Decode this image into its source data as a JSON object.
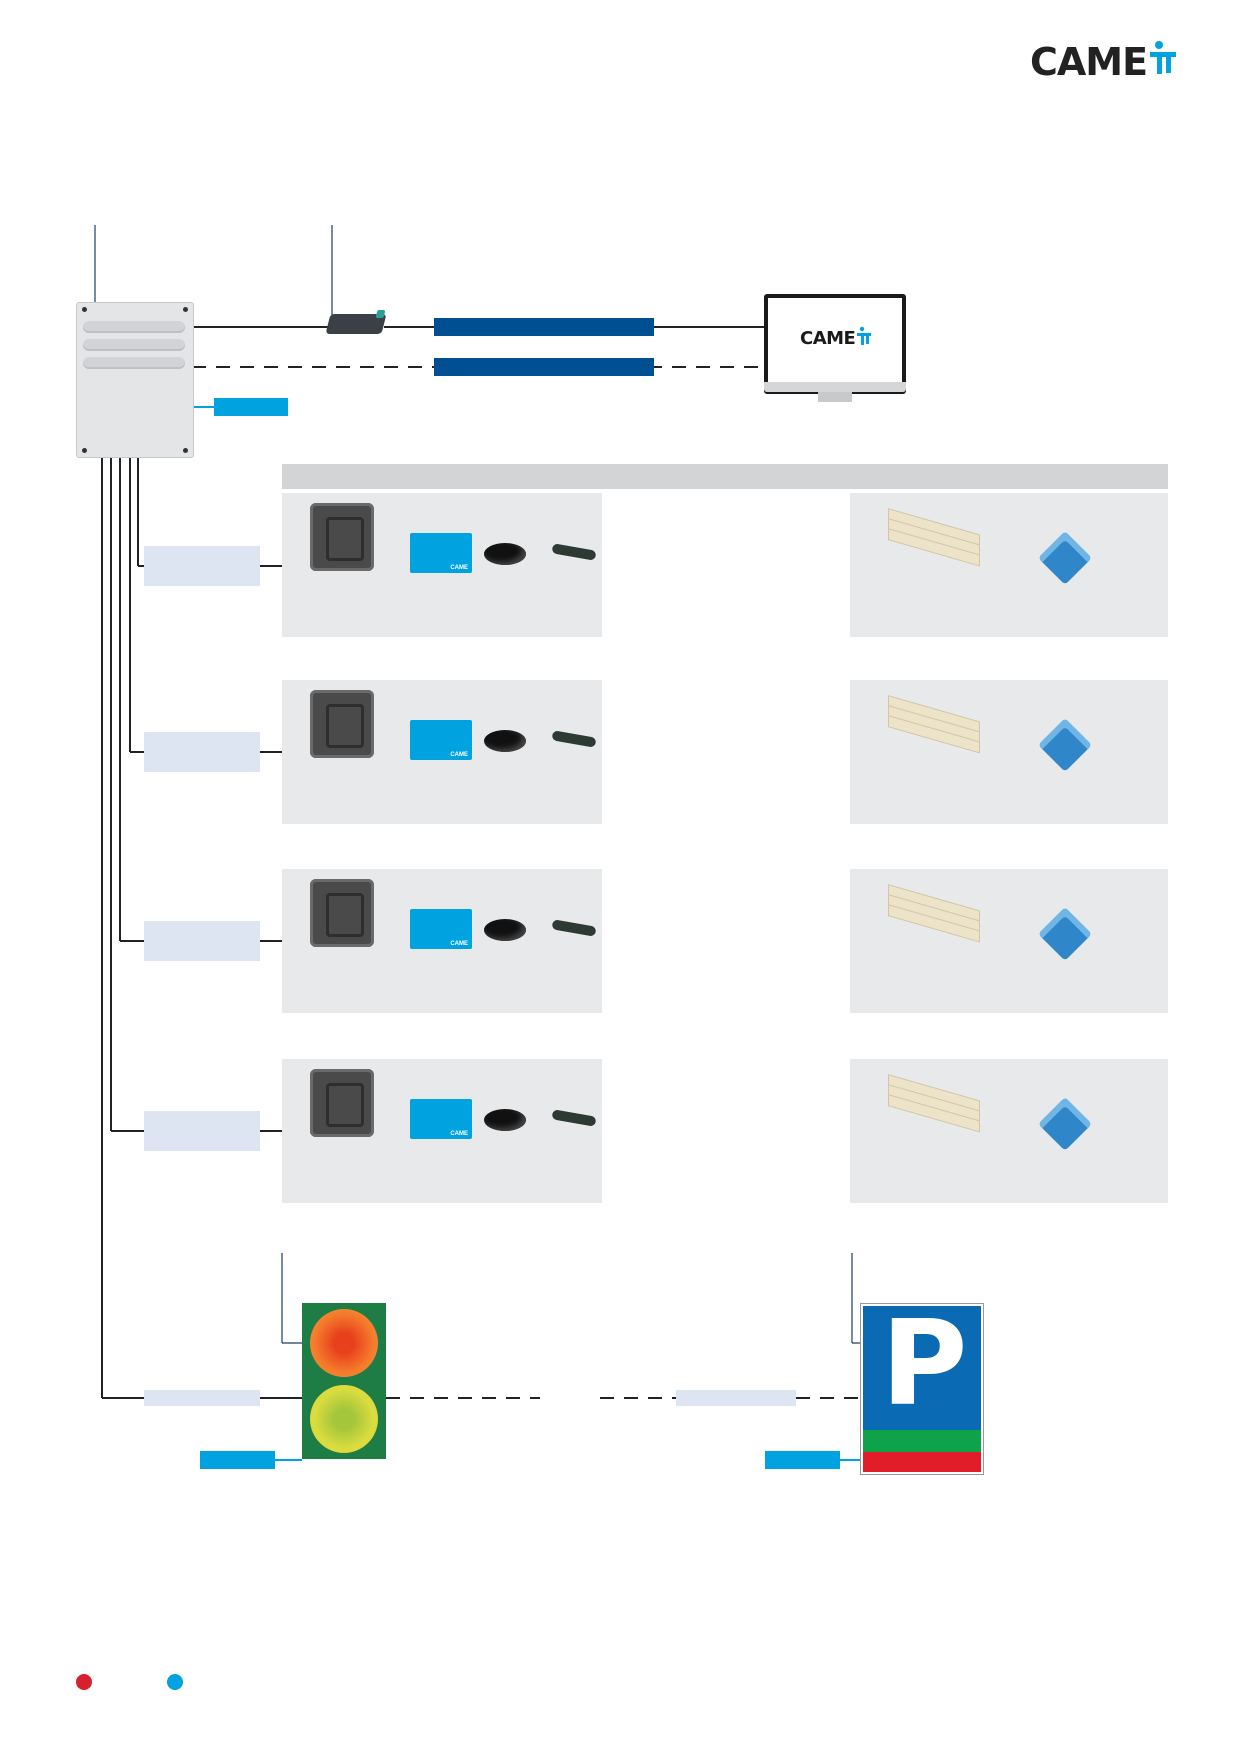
{
  "brand": {
    "name": "CAME",
    "accent_color": "#00a3e0",
    "dark_blue": "#004f92"
  },
  "monitor": {
    "screen_text": "CAME"
  },
  "device_cards": {
    "label": "CAME"
  },
  "sign": {
    "letter": "P"
  },
  "legend": {
    "dot_colors": [
      "#d6202f",
      "#00a3e0"
    ]
  }
}
